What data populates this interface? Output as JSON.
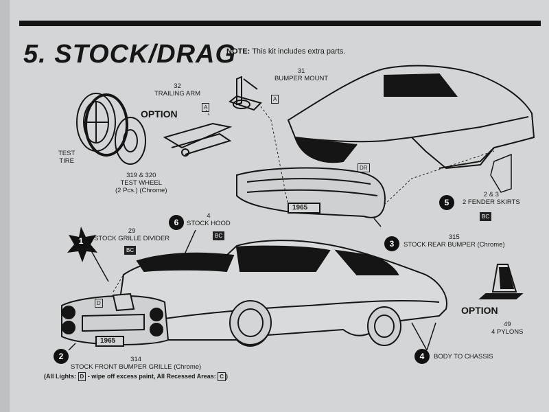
{
  "header": {
    "title": "5. STOCK/DRAG",
    "note_prefix": "NOTE:",
    "note_text": "This kit includes extra parts."
  },
  "options": {
    "option_top": "OPTION",
    "option_bottom": "OPTION"
  },
  "parts": {
    "p31_num": "31",
    "p31_name": "BUMPER MOUNT",
    "p31_tag": "A",
    "p32_num": "32",
    "p32_name": "TRAILING ARM",
    "p32_tag": "A",
    "test_tire_1": "TEST",
    "test_tire_2": "TIRE",
    "test_wheel_1": "319 & 320",
    "test_wheel_2": "TEST WHEEL",
    "test_wheel_3": "(2 Pcs.) (Chrome)",
    "dr_tag": "DR",
    "plate_1965_a": "1965",
    "plate_1965_b": "1965",
    "fender_num": "2 & 3",
    "fender_name": "2 FENDER SKIRTS",
    "fender_tag": "BC",
    "rear_bumper_num": "315",
    "rear_bumper_name": "STOCK REAR BUMPER (Chrome)",
    "hood_num": "4",
    "hood_name": "STOCK HOOD",
    "hood_tag": "BC",
    "grille_div_num": "29",
    "grille_div_name": "STOCK GRILLE DIVIDER",
    "grille_div_tag": "BC",
    "d_tag": "D",
    "pylons_num": "49",
    "pylons_name": "4 PYLONS",
    "front_grille_num": "314",
    "front_grille_name": "STOCK FRONT BUMPER GRILLE (Chrome)",
    "lights_note_a": "(All Lights:",
    "lights_note_tag_d": "D",
    "lights_note_b": "- wipe off excess paint, All Recessed Areas:",
    "lights_note_tag_c": "C",
    "lights_note_c": ")",
    "body_chassis": "BODY TO CHASSIS"
  },
  "steps": {
    "s1": "1",
    "s2": "2",
    "s3": "3",
    "s4": "4",
    "s5": "5",
    "s6": "6"
  }
}
